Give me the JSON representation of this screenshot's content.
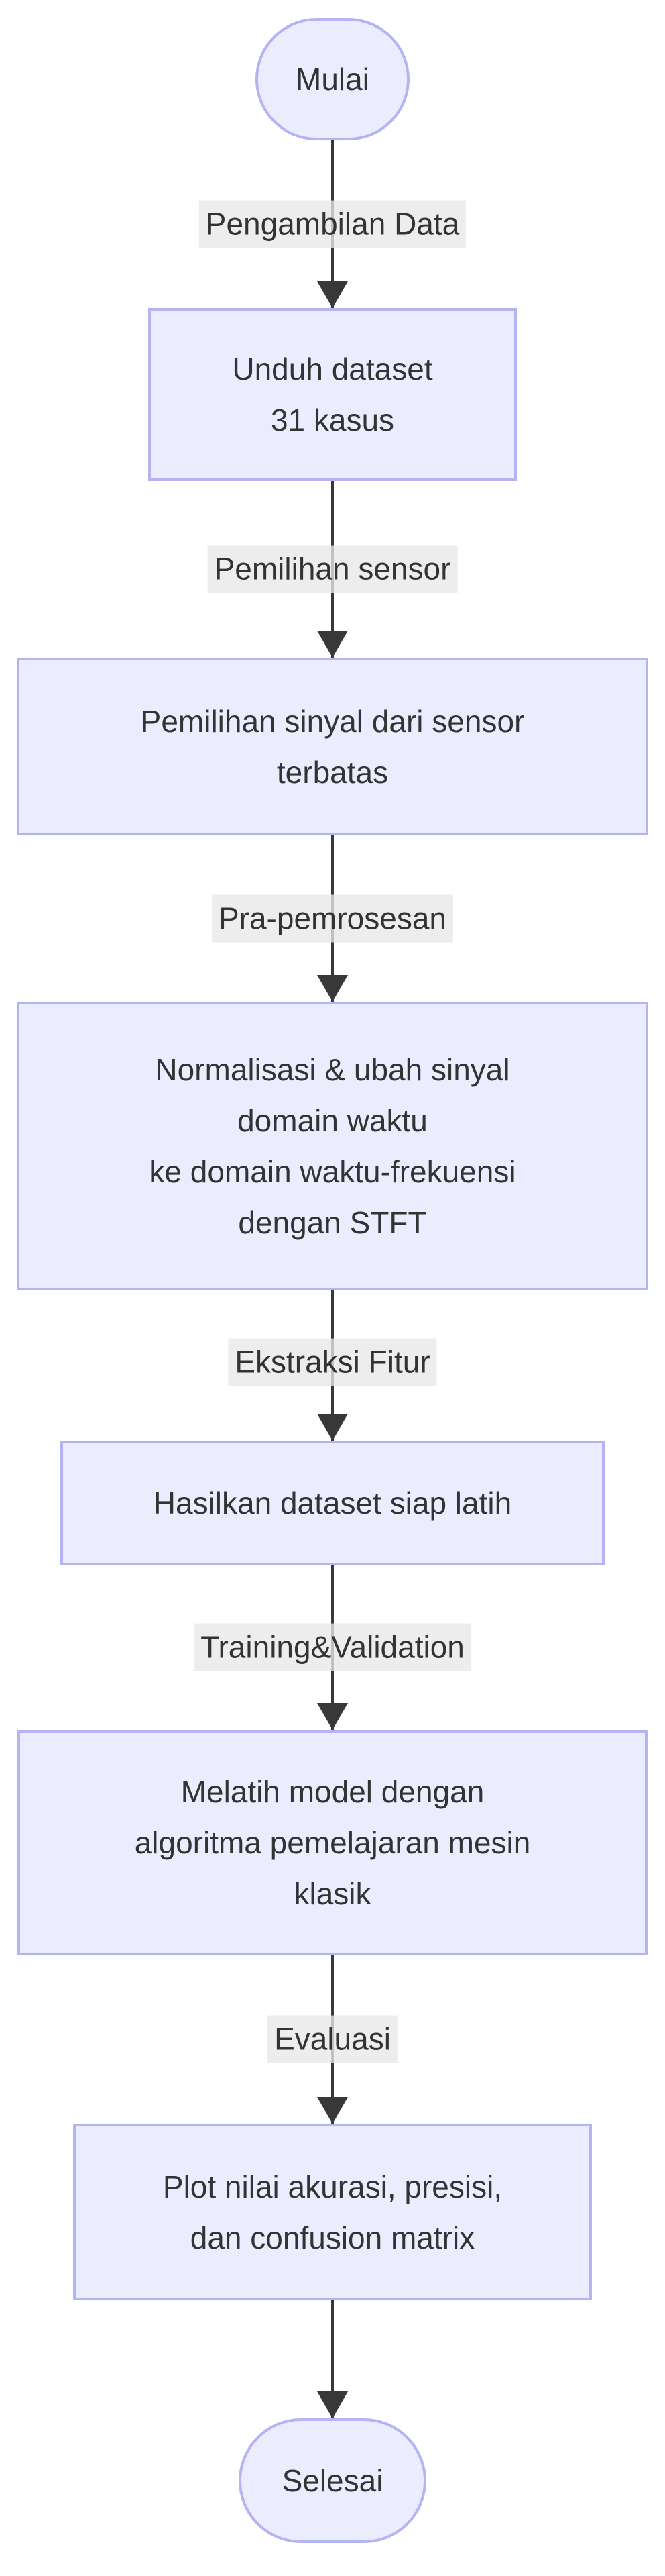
{
  "flow": {
    "nodes": [
      {
        "id": "start",
        "shape": "stadium",
        "lines": [
          "Mulai"
        ]
      },
      {
        "id": "unduh",
        "shape": "rect",
        "lines": [
          "Unduh dataset",
          "31 kasus"
        ]
      },
      {
        "id": "pemilihan",
        "shape": "rect",
        "lines": [
          "Pemilihan sinyal dari sensor",
          "terbatas"
        ]
      },
      {
        "id": "normalisasi",
        "shape": "rect",
        "lines": [
          "Normalisasi & ubah sinyal",
          "domain waktu",
          "ke domain waktu-frekuensi",
          "dengan STFT"
        ]
      },
      {
        "id": "hasilkan",
        "shape": "rect",
        "lines": [
          "Hasilkan dataset siap latih"
        ]
      },
      {
        "id": "melatih",
        "shape": "rect",
        "lines": [
          "Melatih model dengan",
          "algoritma pemelajaran mesin",
          "klasik"
        ]
      },
      {
        "id": "plot",
        "shape": "rect",
        "lines": [
          "Plot nilai akurasi, presisi,",
          "dan confusion matrix"
        ]
      },
      {
        "id": "end",
        "shape": "stadium",
        "lines": [
          "Selesai"
        ]
      }
    ],
    "edges": [
      {
        "label": "Pengambilan Data"
      },
      {
        "label": "Pemilihan sensor"
      },
      {
        "label": "Pra-pemrosesan"
      },
      {
        "label": "Ekstraksi Fitur"
      },
      {
        "label": "Training&Validation"
      },
      {
        "label": "Evaluasi"
      },
      {
        "label": ""
      }
    ],
    "colors": {
      "node_fill": "#ECECFF",
      "node_border": "#B4B4F2",
      "edge_label_bg": "#E8E8E8",
      "line": "#383838",
      "text": "#333333",
      "background": "#FFFFFF"
    }
  }
}
